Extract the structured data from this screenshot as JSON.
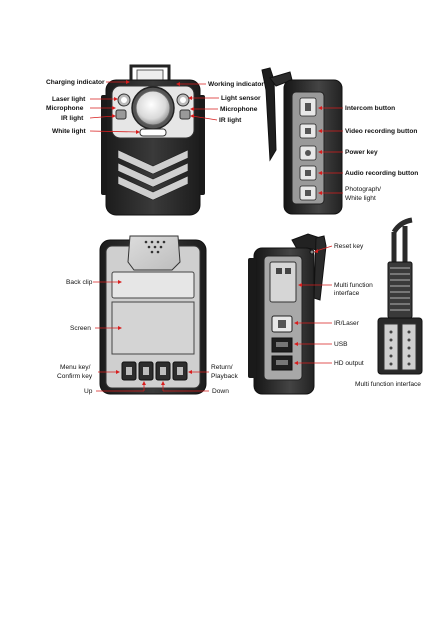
{
  "front_view": {
    "labels": {
      "charging_indicator": "Charging indicator",
      "working_indicator": "Working indicator",
      "laser_light": "Laser light",
      "light_sensor": "Light sensor",
      "microphone_left": "Microphone",
      "microphone_right": "Microphone",
      "ir_light_left": "IR light",
      "ir_light_right": "IR light",
      "white_light": "White light"
    }
  },
  "side_view_right": {
    "labels": {
      "intercom_button": "Intercom button",
      "video_recording_button": "Video recording button",
      "power_key": "Power key",
      "audio_recording_button": "Audio recording button",
      "photograph_line1": "Photograph/",
      "photograph_line2": "White light"
    }
  },
  "back_view": {
    "labels": {
      "back_clip": "Back clip",
      "screen": "Screen",
      "menu_line1": "Menu key/",
      "menu_line2": "Confirm key",
      "return_line1": "Return/",
      "return_line2": "Playback",
      "up": "Up",
      "down": "Down"
    }
  },
  "side_view_left": {
    "labels": {
      "reset_key": "Reset key",
      "multi_line1": "Multi function",
      "multi_line2": "interface",
      "ir_laser": "IR/Laser",
      "usb": "USB",
      "hd_output": "HD output",
      "multi_function_interface": "Multi function interface"
    }
  },
  "colors": {
    "arrow": "#d81e1e",
    "device_body": "#2a2a2a"
  }
}
